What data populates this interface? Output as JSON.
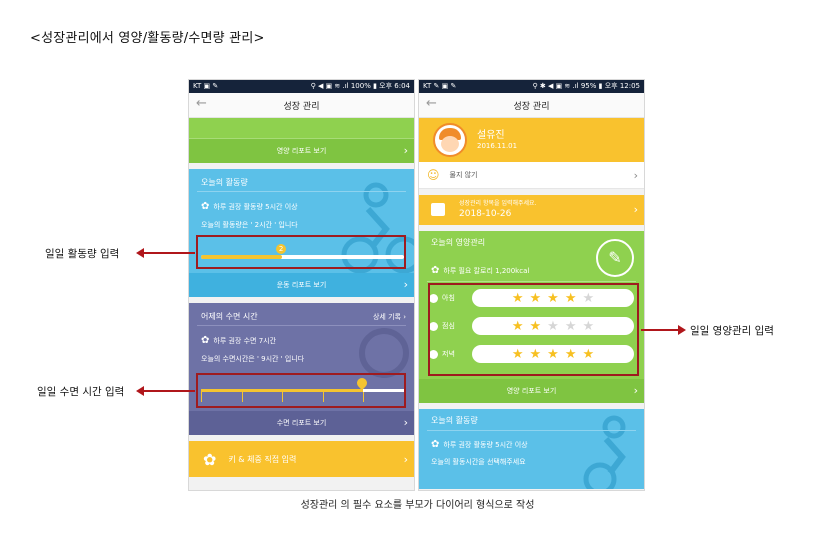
{
  "heading": "<성장관리에서  영양/활동량/수면량  관리>",
  "caption": "성장관리 의 필수 요소를 부모가 다이어리 형식으로 작성",
  "labels": {
    "activity_input": "일일 활동량 입력",
    "sleep_input": "일일 수면 시간 입력",
    "nutrition_input": "일일 영양관리 입력"
  },
  "phone1": {
    "status_left": "KT ▣ ✎",
    "status_right": "⚲ ◀ ▣ ≋ .ıl 100% ▮ 오후 6:04",
    "title": "성장 관리",
    "nutrition_report_button": "영양 리포트 보기",
    "activity": {
      "title": "오늘의 활동량",
      "recommend": "하루 권장 활동량 5시간 이상",
      "today": "오늘의 활동량은 ' 2시간 ' 입니다",
      "slider_value": 2,
      "slider_max": 5,
      "report_button": "운동 리포트 보기"
    },
    "sleep": {
      "title": "어제의 수면 시간",
      "detail_link": "상세 기록",
      "recommend": "하루 권장 수면 7시간",
      "yesterday": "오늘의 수면시간은 ' 9시간 ' 입니다",
      "slider_fraction": 0.8,
      "report_button": "수면 리포트 보기"
    },
    "height_weight_button": "키 & 체중 직접 입력"
  },
  "phone2": {
    "status_left": "KT ✎ ▣ ✎",
    "status_right": "⚲ ✱ ◀ ▣ ≋ .ıl 95% ▮ 오후 12:05",
    "title": "성장 관리",
    "profile": {
      "name": "설유진",
      "birth": "2016.11.01"
    },
    "quiz_link": "물지 않기",
    "date_prompt": "성장관리 항목을 입력해주세요.",
    "date": "2018-10-26",
    "nutrition": {
      "title": "오늘의 영양관리",
      "calorie": "하루 필요 칼로리 1,200kcal",
      "meals": [
        {
          "label": "아침",
          "rating": 4
        },
        {
          "label": "점심",
          "rating": 2
        },
        {
          "label": "저녁",
          "rating": 5
        }
      ],
      "report_button": "영양 리포트 보기"
    },
    "activity": {
      "title": "오늘의 활동량",
      "recommend": "하루 권장 활동량 5시간 이상",
      "prompt": "오늘의 활동시간을 선택해주세요"
    }
  },
  "colors": {
    "green": "#8fd14f",
    "blue": "#5bc0e8",
    "purple": "#6e72a6",
    "yellow": "#f9c22e",
    "red_mark": "#9e1b1f"
  }
}
